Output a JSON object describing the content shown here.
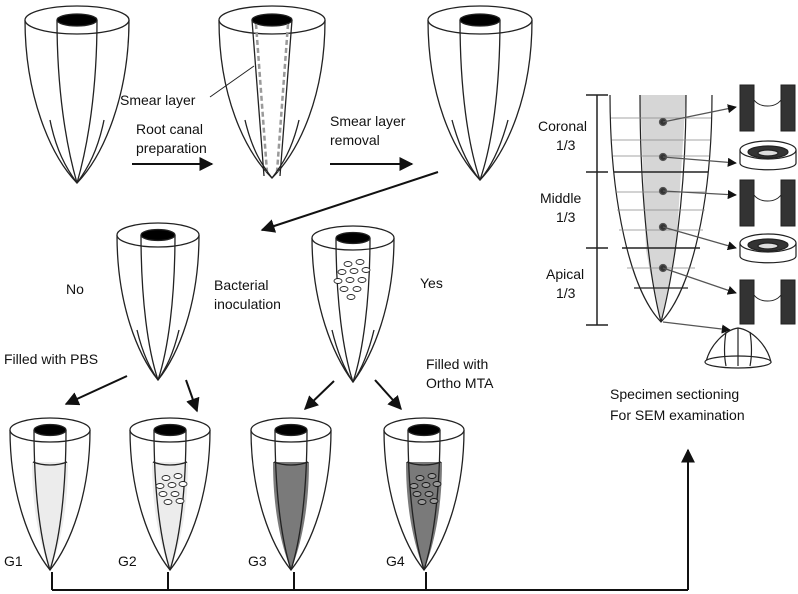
{
  "labels": {
    "smear_layer": "Smear layer",
    "root_canal_1": "Root canal",
    "root_canal_2": "preparation",
    "smear_removal_1": "Smear layer",
    "smear_removal_2": "removal",
    "no": "No",
    "bacterial_1": "Bacterial",
    "bacterial_2": "inoculation",
    "yes": "Yes",
    "filled_pbs": "Filled with PBS",
    "filled_mta_1": "Filled with",
    "filled_mta_2": "Ortho MTA",
    "coronal_1": "Coronal",
    "coronal_2": "1/3",
    "middle_1": "Middle",
    "middle_2": "1/3",
    "apical_1": "Apical",
    "apical_2": "1/3",
    "specimen_1": "Specimen sectioning",
    "specimen_2": "For SEM examination"
  },
  "groups": [
    "G1",
    "G2",
    "G3",
    "G4"
  ],
  "colors": {
    "outline": "#222222",
    "canal_hole": "#000000",
    "pbs_fill": "#ececec",
    "mta_fill": "#7a7a7a",
    "sections_fill": "#d6d6d6",
    "dark_band": "#333333"
  }
}
